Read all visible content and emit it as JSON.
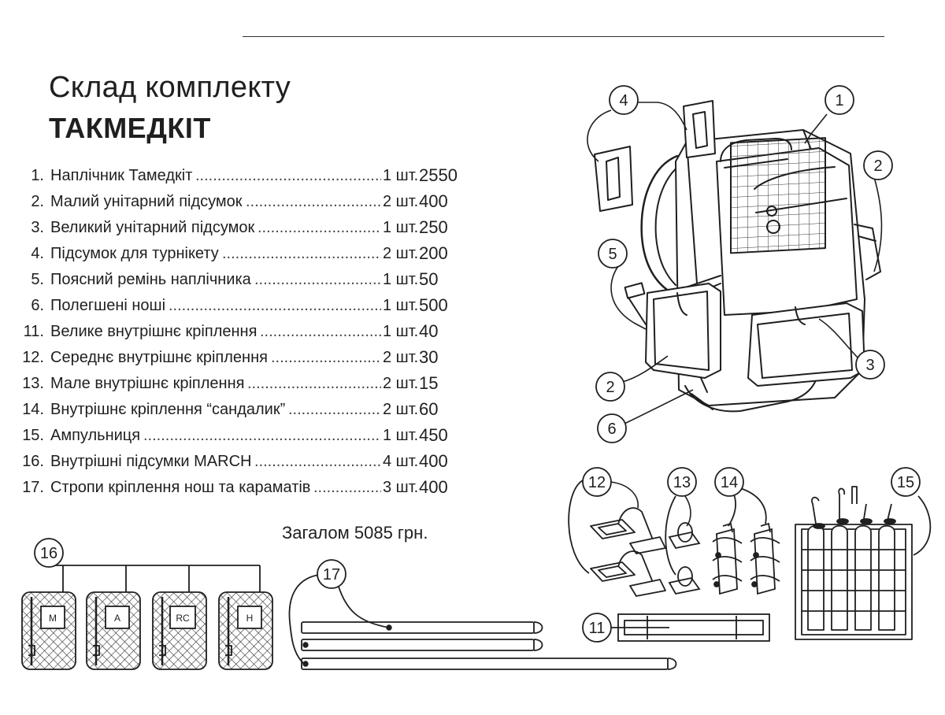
{
  "title": {
    "line1": "Склад комплекту",
    "line2": "ТАКМЕДКІТ"
  },
  "items": [
    {
      "num": "1.",
      "name": "Наплічник Тамедкіт",
      "qty": "1 шт.",
      "price": "2550"
    },
    {
      "num": "2.",
      "name": "Малий унітарний підсумок",
      "qty": "2 шт.",
      "price": "400"
    },
    {
      "num": "3.",
      "name": "Великий унітарний підсумок",
      "qty": "1 шт.",
      "price": "250"
    },
    {
      "num": "4.",
      "name": "Підсумок для турнікету",
      "qty": "2 шт.",
      "price": "200"
    },
    {
      "num": "5.",
      "name": "Поясний ремінь наплічника",
      "qty": "1 шт.",
      "price": "50"
    },
    {
      "num": "6.",
      "name": "Полегшені ноші",
      "qty": "1 шт.",
      "price": "500"
    },
    {
      "num": "11.",
      "name": "Велике внутрішнє кріплення",
      "qty": "1 шт.",
      "price": "40"
    },
    {
      "num": "12.",
      "name": "Середнє внутрішнє кріплення",
      "qty": "2 шт.",
      "price": "30"
    },
    {
      "num": "13.",
      "name": "Мале внутрішнє кріплення",
      "qty": "2 шт.",
      "price": "15"
    },
    {
      "num": "14.",
      "name": "Внутрішнє кріплення “сандалик”",
      "qty": "2 шт.",
      "price": "60"
    },
    {
      "num": "15.",
      "name": "Ампульниця",
      "qty": "1 шт.",
      "price": "450"
    },
    {
      "num": "16.",
      "name": "Внутрішні підсумки MARCH",
      "qty": "4 шт.",
      "price": "400"
    },
    {
      "num": "17.",
      "name": "Стропи кріплення нош та караматів",
      "qty": "3 шт.",
      "price": "400"
    }
  ],
  "total": "Загалом 5085 грн.",
  "callouts": [
    "1",
    "2",
    "3",
    "4",
    "5",
    "6",
    "11",
    "12",
    "13",
    "14",
    "15",
    "16",
    "17"
  ],
  "pouch_letters": [
    "M",
    "A",
    "RC",
    "H"
  ],
  "colors": {
    "ink": "#1f1f1f",
    "background": "#ffffff"
  }
}
